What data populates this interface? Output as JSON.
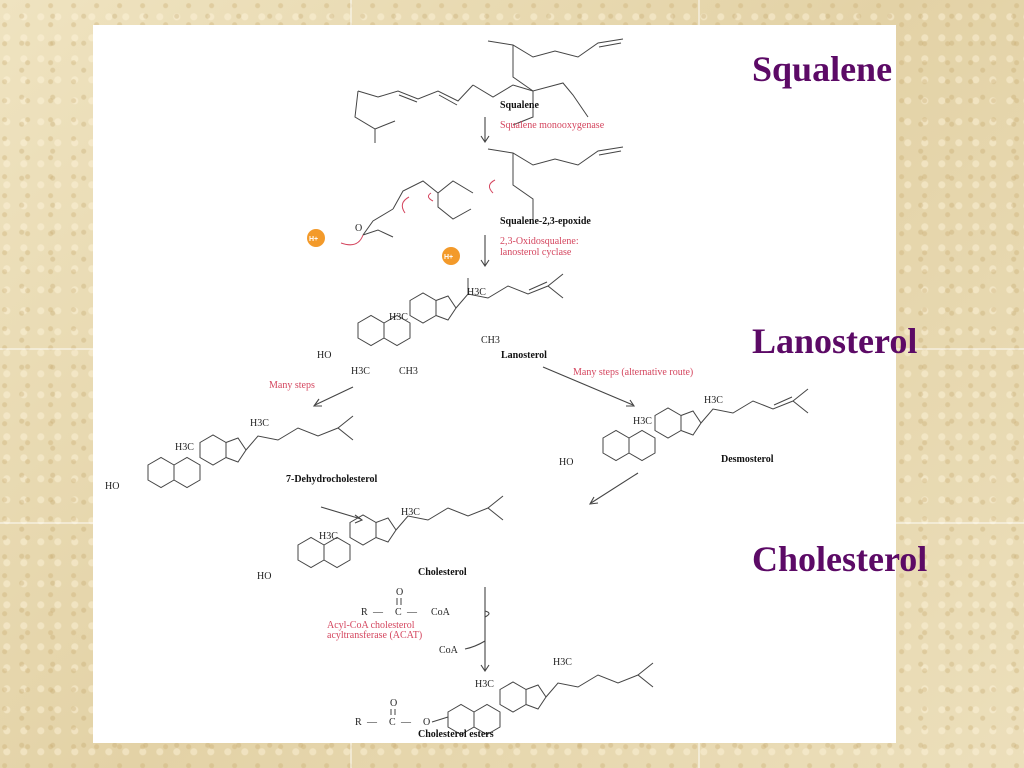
{
  "side_labels": {
    "squalene": "Squalene",
    "lanosterol": "Lanosterol",
    "cholesterol": "Cholesterol"
  },
  "compounds": {
    "squalene": "Squalene",
    "epoxide": "Squalene-2,3-epoxide",
    "lanosterol": "Lanosterol",
    "dehydrocholesterol": "7-Dehydrocholesterol",
    "desmosterol": "Desmosterol",
    "cholesterol": "Cholesterol",
    "esters": "Cholesterol esters"
  },
  "enzymes": {
    "monooxygenase": "Squalene monooxygenase",
    "cyclase_line1": "2,3-Oxidosqualene:",
    "cyclase_line2": "lanosterol cyclase",
    "many_steps": "Many steps",
    "many_steps_alt": "Many steps (alternative route)",
    "acat_line1": "Acyl-CoA cholesterol",
    "acat_line2": "acyltransferase (ACAT)"
  },
  "atoms": {
    "h3c": "H3C",
    "ch3": "CH3",
    "ho": "HO",
    "o": "O",
    "h_plus": "H+",
    "r": "R",
    "c": "C",
    "coa": "CoA",
    "dash": "—"
  }
}
